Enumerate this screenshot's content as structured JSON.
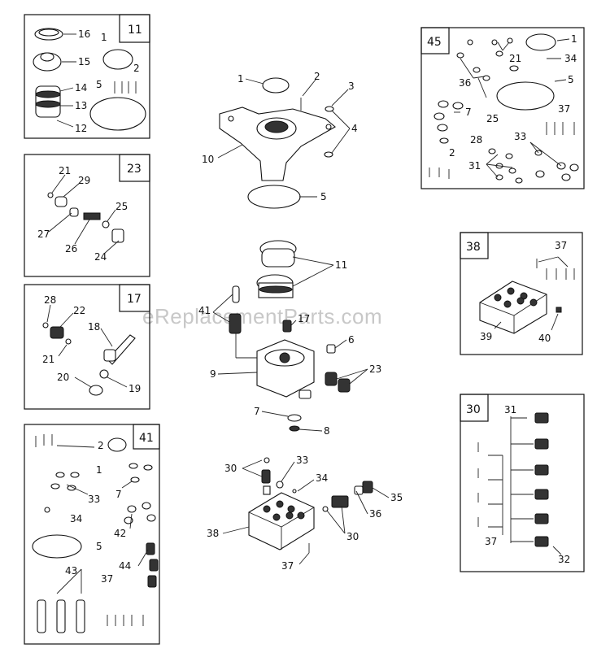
{
  "watermark": "eReplacementParts.com",
  "kits": [
    {
      "id": "kit-11",
      "number": "11",
      "callouts": [
        "16",
        "1",
        "15",
        "2",
        "5",
        "14",
        "13",
        "12"
      ]
    },
    {
      "id": "kit-23",
      "number": "23",
      "callouts": [
        "21",
        "29",
        "25",
        "27",
        "26",
        "24"
      ]
    },
    {
      "id": "kit-17",
      "number": "17",
      "callouts": [
        "28",
        "22",
        "18",
        "21",
        "20",
        "19"
      ]
    },
    {
      "id": "kit-41",
      "number": "41",
      "callouts": [
        "2",
        "1",
        "33",
        "7",
        "34",
        "42",
        "5",
        "44",
        "43",
        "37"
      ]
    },
    {
      "id": "kit-45",
      "number": "45",
      "callouts": [
        "1",
        "34",
        "21",
        "36",
        "5",
        "7",
        "25",
        "37",
        "28",
        "33",
        "2",
        "31"
      ]
    },
    {
      "id": "kit-38",
      "number": "38",
      "callouts": [
        "37",
        "39",
        "40"
      ]
    },
    {
      "id": "kit-30",
      "number": "30",
      "callouts": [
        "31",
        "37",
        "32"
      ]
    }
  ],
  "main_callouts": [
    "1",
    "2",
    "3",
    "4",
    "10",
    "5",
    "11",
    "41",
    "17",
    "6",
    "9",
    "23",
    "7",
    "8",
    "30",
    "33",
    "34",
    "35",
    "36",
    "30",
    "38",
    "37"
  ]
}
